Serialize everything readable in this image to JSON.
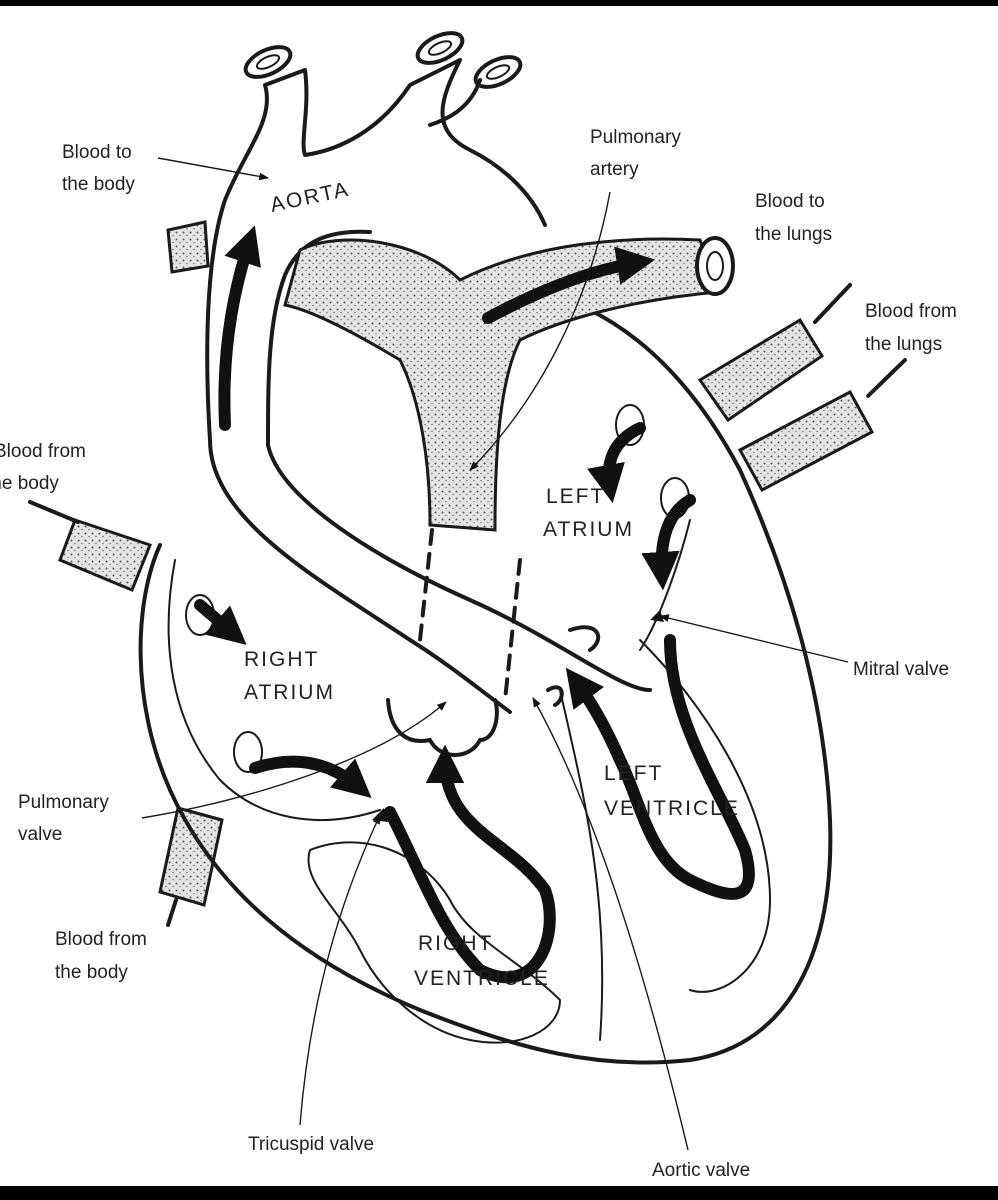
{
  "colors": {
    "background": "#ffffff",
    "ink": "#1a1a1a",
    "frame": "#000000"
  },
  "labels": {
    "blood_to_body_1": "Blood to",
    "blood_to_body_2": "the body",
    "aorta": "AORTA",
    "pulmonary_artery_1": "Pulmonary",
    "pulmonary_artery_2": "artery",
    "blood_to_lungs_1": "Blood to",
    "blood_to_lungs_2": "the lungs",
    "blood_from_lungs_1": "Blood from",
    "blood_from_lungs_2": "the lungs",
    "blood_from_body_upper_1": "Blood from",
    "blood_from_body_upper_2": "the body",
    "left_atrium_1": "LEFT",
    "left_atrium_2": "ATRIUM",
    "right_atrium_1": "RIGHT",
    "right_atrium_2": "ATRIUM",
    "mitral_valve": "Mitral valve",
    "pulmonary_valve_1": "Pulmonary",
    "pulmonary_valve_2": "valve",
    "left_ventricle_1": "LEFT",
    "left_ventricle_2": "VENTRICLE",
    "blood_from_body_lower_1": "Blood from",
    "blood_from_body_lower_2": "the body",
    "right_ventricle_1": "RIGHT",
    "right_ventricle_2": "VENTRICLE",
    "tricuspid_valve": "Tricuspid valve",
    "aortic_valve": "Aortic valve"
  }
}
